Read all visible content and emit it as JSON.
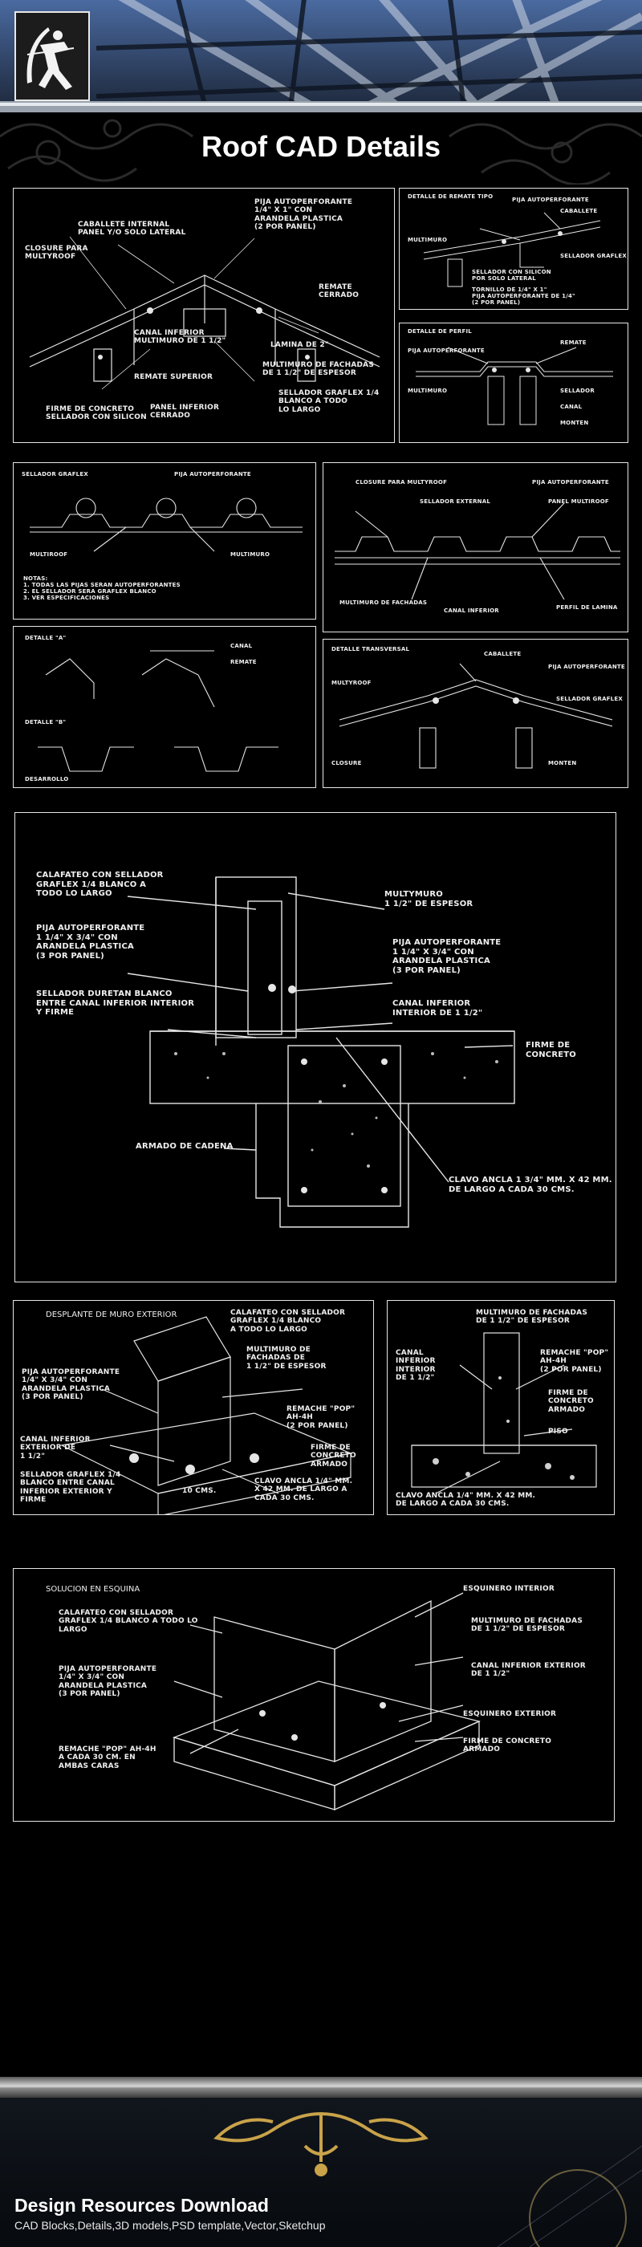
{
  "page": {
    "title": "Roof CAD Details"
  },
  "panels": {
    "p1": {
      "labels": [
        "PIJA AUTOPERFORANTE\n1/4\" X 1\" CON\nARANDELA PLASTICA\n(2 POR PANEL)",
        "CABALLETE INTERNAL\nPANEL Y/O SOLO LATERAL",
        "CLOSURE PARA\nMULTYROOF",
        "CANAL INFERIOR\nMULTIMURO DE 1 1/2\"",
        "REMATE CERRADO",
        "LAMINA DE 2\"",
        "MULTIMURO DE FACHADAS\nDE 1 1/2\" DE ESPESOR",
        "SELLADOR GRAFLEX 1/4\nBLANCO A TODO\nLO LARGO",
        "REMATE SUPERIOR",
        "FIRME DE CONCRETO\nSELLADOR CON SILICON",
        "PANEL INFERIOR\nCERRADO"
      ]
    },
    "p2": {
      "labels": [
        "DETALLE DE REMATE TIPO",
        "PIJA AUTOPERFORANTE",
        "CABALLETE",
        "MULTIMURO",
        "SELLADOR GRAFLEX",
        "SELLADOR CON SILICON\nPOR SOLO LATERAL",
        "TORNILLO DE 1/4\" X 1\"\nPIJA AUTOPERFORANTE DE 1/4\"\n(2 POR PANEL)"
      ]
    },
    "p3": {
      "labels": [
        "DETALLE DE PERFIL",
        "PIJA AUTOPERFORANTE",
        "REMATE",
        "MULTIMURO",
        "SELLADOR",
        "CANAL",
        "MONTEN"
      ]
    },
    "p4": {
      "labels": [
        "SELLADOR GRAFLEX",
        "PIJA AUTOPERFORANTE",
        "MULTIROOF",
        "MULTIMURO",
        "NOTAS:\n1. TODAS LAS PIJAS SERAN AUTOPERFORANTES\n2. EL SELLADOR SERA GRAFLEX BLANCO\n3. VER ESPECIFICACIONES"
      ]
    },
    "p5": {
      "labels": [
        "CLOSURE PARA MULTYROOF",
        "SELLADOR EXTERNAL",
        "PIJA AUTOPERFORANTE",
        "PANEL MULTIROOF",
        "MULTIMURO DE FACHADAS",
        "CANAL INFERIOR",
        "PERFIL DE LAMINA"
      ]
    },
    "p6": {
      "labels": [
        "DETALLE \"A\"",
        "DETALLE \"B\"",
        "CANAL",
        "REMATE",
        "DESARROLLO"
      ]
    },
    "p7": {
      "labels": [
        "DETALLE TRANSVERSAL",
        "CABALLETE",
        "PIJA AUTOPERFORANTE",
        "MULTYROOF",
        "CLOSURE",
        "SELLADOR GRAFLEX",
        "MONTEN"
      ]
    },
    "p8": {
      "labels": [
        "CALAFATEO CON SELLADOR\nGRAFLEX 1/4 BLANCO A\nTODO LO LARGO",
        "MULTYMURO\n1 1/2\" DE ESPESOR",
        "PIJA AUTOPERFORANTE\n1 1/4\" X 3/4\" CON\nARANDELA PLASTICA\n(3 POR PANEL)",
        "PIJA AUTOPERFORANTE\n1 1/4\" X 3/4\" CON\nARANDELA PLASTICA\n(3 POR PANEL)",
        "SELLADOR DURETAN BLANCO\nENTRE CANAL INFERIOR INTERIOR\nY FIRME",
        "CANAL INFERIOR\nINTERIOR DE 1 1/2\"",
        "FIRME DE CONCRETO",
        "ARMADO DE CADENA",
        "CLAVO ANCLA 1 3/4\" MM. X 42 MM.\nDE LARGO A CADA 30 CMS."
      ]
    },
    "p9": {
      "title": "DESPLANTE DE MURO EXTERIOR",
      "labels": [
        "CALAFATEO CON SELLADOR\nGRAFLEX 1/4 BLANCO\nA TODO LO LARGO",
        "MULTIMURO DE\nFACHADAS DE\n1 1/2\" DE ESPESOR",
        "PIJA AUTOPERFORANTE\n1/4\" X 3/4\" CON\nARANDELA PLASTICA\n(3 POR PANEL)",
        "REMACHE \"POP\"\nAH-4H\n(2 POR PANEL)",
        "CANAL INFERIOR\nEXTERIOR DE\n1 1/2\"",
        "FIRME DE\nCONCRETO\nARMADO",
        "SELLADOR GRAFLEX 1/4\nBLANCO ENTRE CANAL\nINFERIOR EXTERIOR Y\nFIRME",
        "CLAVO ANCLA 1/4\" MM.\nX 42 MM. DE LARGO A\nCADA 30 CMS.",
        "10 CMS."
      ]
    },
    "p10": {
      "labels": [
        "MULTIMURO DE FACHADAS\nDE 1 1/2\" DE ESPESOR",
        "CANAL\nINFERIOR\nINTERIOR\nDE 1 1/2\"",
        "REMACHE \"POP\"\nAH-4H\n(2 POR PANEL)",
        "FIRME DE\nCONCRETO\nARMADO",
        "PISO",
        "CLAVO ANCLA 1/4\" MM. X 42 MM.\nDE LARGO A CADA 30 CMS."
      ]
    },
    "p11": {
      "title": "SOLUCION EN ESQUINA",
      "labels": [
        "ESQUINERO INTERIOR",
        "CALAFATEO CON SELLADOR\nGRAFLEX 1/4 BLANCO A TODO LO\nLARGO",
        "MULTIMURO DE FACHADAS\nDE 1 1/2\" DE ESPESOR",
        "PIJA AUTOPERFORANTE\n1/4\" X 3/4\" CON\nARANDELA PLASTICA\n(3 POR PANEL)",
        "CANAL INFERIOR EXTERIOR\nDE 1 1/2\"",
        "ESQUINERO EXTERIOR",
        "REMACHE \"POP\" AH-4H\nA CADA 30 CM. EN\nAMBAS CARAS",
        "FIRME DE CONCRETO\nARMADO"
      ]
    }
  },
  "footer": {
    "title": "Design Resources Download",
    "subtitle": "CAD Blocks,Details,3D models,PSD template,Vector,Sketchup"
  },
  "colors": {
    "background": "#000000",
    "line": "#e6e6e6",
    "accent_gold": "#c9a24a",
    "header_blue": "#3d5a8a"
  },
  "icons": {
    "logo": "archer-icon",
    "footer_ornament": "gold-scroll-ornament-icon"
  }
}
